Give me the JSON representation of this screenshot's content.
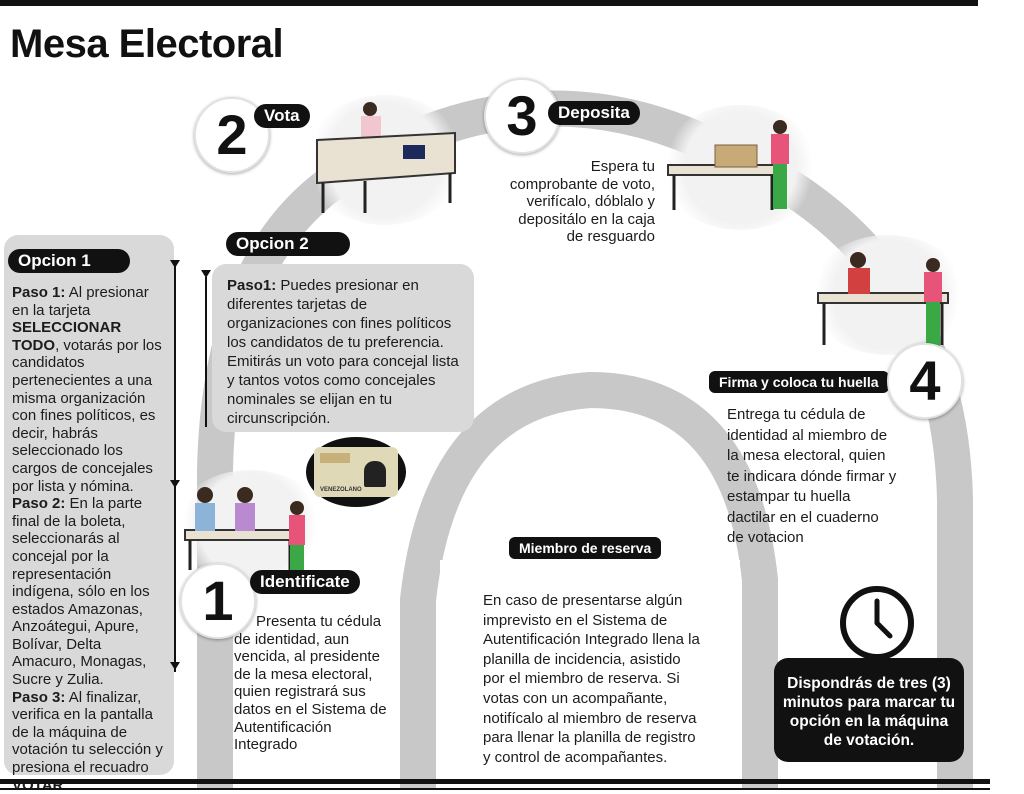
{
  "title": "Mesa Electoral",
  "steps": {
    "s1": {
      "number": "1",
      "label": "Identificate",
      "text": "Presenta tu cédula de identidad, aun vencida, al presidente de la mesa electoral, quien registrará sus datos en el Sistema de Autentificación Integrado"
    },
    "s2": {
      "number": "2",
      "label": "Vota"
    },
    "s3": {
      "number": "3",
      "label": "Deposita",
      "text": "Espera tu comprobante de voto, verifícalo, dóblalo y depositálo en la caja de resguardo"
    },
    "s4": {
      "number": "4",
      "label": "Firma y coloca tu huella",
      "text": "Entrega tu cédula de identidad al miembro de la mesa electoral, quien te  indicara dónde firmar y estampar tu huella dactilar en el cuaderno de votacion"
    }
  },
  "opcion1": {
    "label": "Opcion 1",
    "paso1": {
      "head": "Paso 1:",
      "pre": " Al presionar en la tarjeta ",
      "bold": "SELECCIONAR TODO",
      "post": ", votarás por los candidatos pertenecientes a una misma organización con fines políticos, es decir, habrás seleccionado los cargos de concejales por lista y nómina."
    },
    "paso2": {
      "head": "Paso 2:",
      "text": " En la parte final de la boleta, seleccionarás al concejal por la representación indígena, sólo en los estados Amazonas, Anzoátegui, Apure, Bolívar, Delta Amacuro, Monagas, Sucre y Zulia."
    },
    "paso3": {
      "head": "Paso 3:",
      "pre": " Al finalizar, verifica en la pantalla de la máquina de votación tu selección y presiona el recuadro ",
      "bold": "VOTAR",
      "post": "."
    }
  },
  "opcion2": {
    "label": "Opcion 2",
    "head": "Paso1:",
    "text": " Puedes presionar en diferentes tarjetas de organizaciones con fines políticos los candidatos de tu preferencia. Emitirás un voto para concejal lista y tantos votos como concejales nominales se elijan en tu circunscripción."
  },
  "reserva": {
    "label": "Miembro de reserva",
    "text": "En caso de presentarse algún imprevisto en el Sistema de Autentificación Integrado llena la planilla de incidencia, asistido por el miembro de reserva. Si votas con un acompañante, notifícalo al miembro de reserva para llenar la planilla de registro y control de acompañantes."
  },
  "timer": {
    "text": "Dispondrás de tres (3) minutos para marcar tu opción en la máquina de votación.",
    "icon": "clock-icon"
  },
  "card_labels": {
    "card": "VENEZOLANO"
  },
  "colors": {
    "arch": "#c8c8c8",
    "panel": "#d9d9d9",
    "pill": "#111111",
    "shirt_pink": "#e8537a",
    "pants_green": "#3aa845",
    "desk": "#e9e2d2"
  }
}
